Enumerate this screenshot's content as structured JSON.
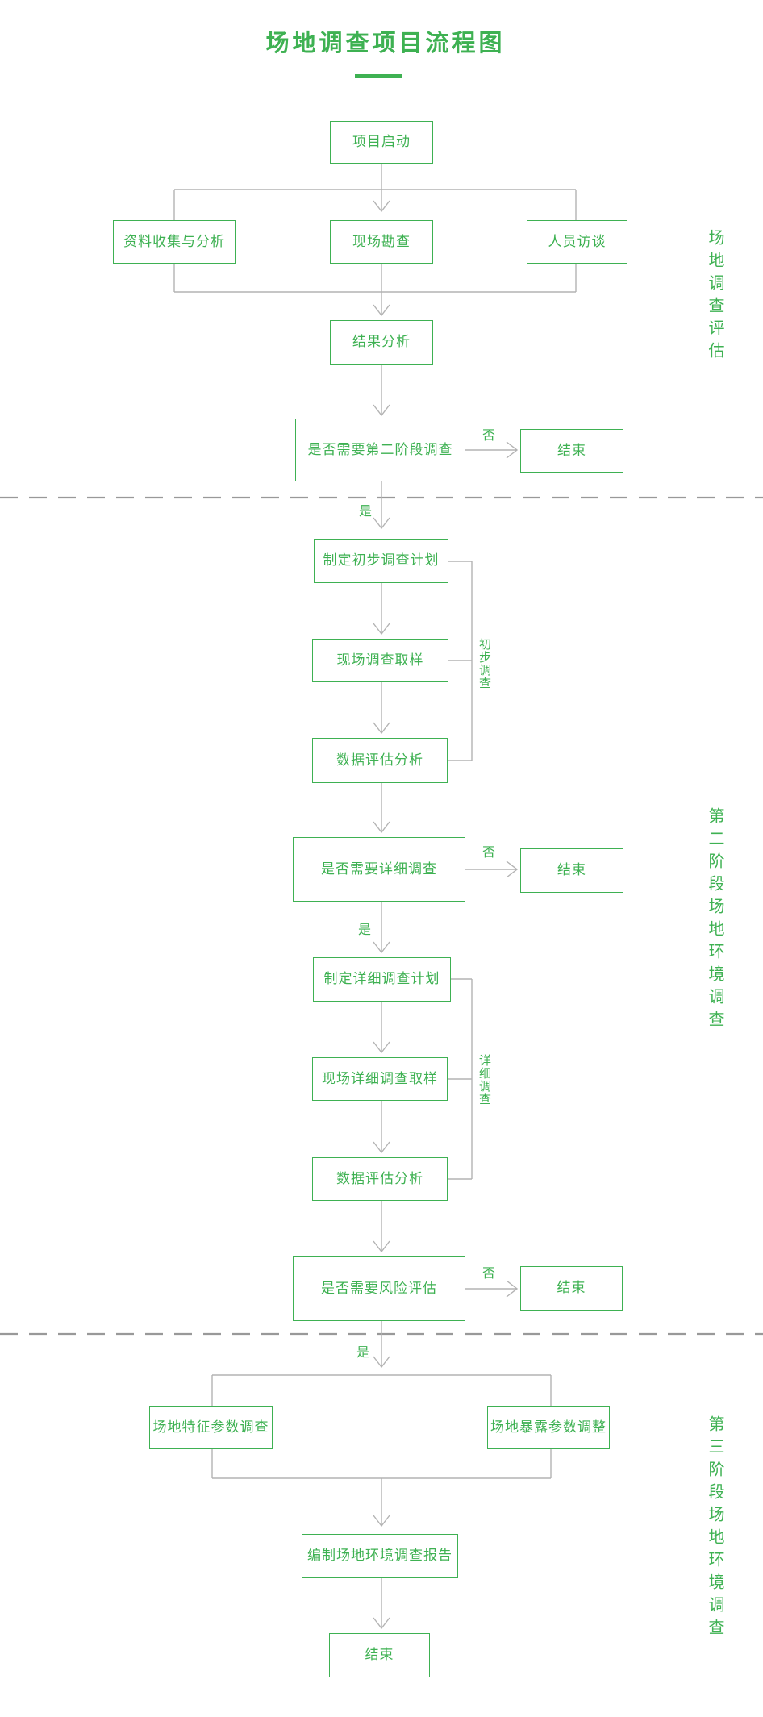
{
  "title": "场地调查项目流程图",
  "stages": {
    "stage1": "场地调查评估",
    "stage2": "第二阶段场地环境调查",
    "stage3": "第三阶段场地环境调查"
  },
  "nodes": {
    "start": "项目启动",
    "collect": "资料收集与分析",
    "survey": "现场勘查",
    "interview": "人员访谈",
    "result": "结果分析",
    "decision_phase2": "是否需要第二阶段调查",
    "end1": "结束",
    "plan_preliminary": "制定初步调查计划",
    "sampling_preliminary": "现场调查取样",
    "data_eval_1": "数据评估分析",
    "decision_detailed": "是否需要详细调查",
    "end2": "结束",
    "plan_detailed": "制定详细调查计划",
    "sampling_detailed": "现场详细调查取样",
    "data_eval_2": "数据评估分析",
    "decision_risk": "是否需要风险评估",
    "end3": "结束",
    "site_characteristic": "场地特征参数调查",
    "site_exposure": "场地暴露参数调整",
    "report": "编制场地环境调查报告",
    "end_final": "结束"
  },
  "edge_labels": {
    "yes": "是",
    "no": "否"
  },
  "brackets": {
    "preliminary": "初步调查",
    "detailed": "详细调查"
  },
  "colors": {
    "accent_green": "#3eb152",
    "connector_gray": "#b3b3b3",
    "dash_gray": "#999999"
  }
}
